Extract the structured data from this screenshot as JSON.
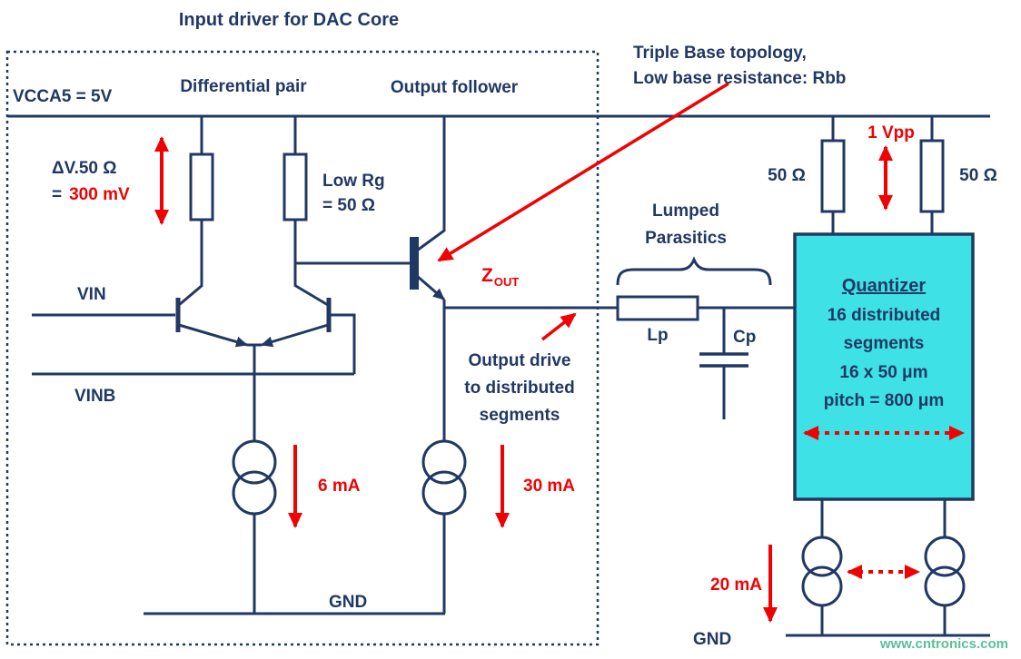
{
  "title": "Input driver for DAC Core",
  "colors": {
    "line_navy": "#203864",
    "annotation_red": "#ee0202",
    "quantizer_fill": "#3ee1e6",
    "watermark_green": "#5bbf9a",
    "background": "#ffffff"
  },
  "labels": {
    "vcca": "VCCA5 = 5V",
    "diff_pair": "Differential pair",
    "output_follower": "Output follower",
    "triple_base_1": "Triple Base topology,",
    "triple_base_2": "Low base resistance: Rbb",
    "dv50": "ΔV.50 Ω",
    "eq": "=",
    "dv_value": "300 mV",
    "low_rg_1": "Low Rg",
    "low_rg_2": "= 50 Ω",
    "vin": "VIN",
    "vinb": "VINB",
    "zout_main": "Z",
    "zout_sub": "OUT",
    "output_drive_1": "Output drive",
    "output_drive_2": "to distributed",
    "output_drive_3": "segments",
    "i_tail": "6 mA",
    "i_follower": "30 mA",
    "gnd_left": "GND",
    "lumped_1": "Lumped",
    "lumped_2": "Parasitics",
    "lp": "Lp",
    "cp": "Cp",
    "r50_left": "50 Ω",
    "r50_right": "50 Ω",
    "vpp": "1 Vpp",
    "quantizer_title": "Quantizer",
    "quantizer_l2": "16 distributed",
    "quantizer_l3": "segments",
    "quantizer_l4": "16 x 50 μm",
    "quantizer_l5": "pitch = 800 μm",
    "i_quant": "20 mA",
    "gnd_right": "GND",
    "watermark": "www.cntronics.com"
  }
}
